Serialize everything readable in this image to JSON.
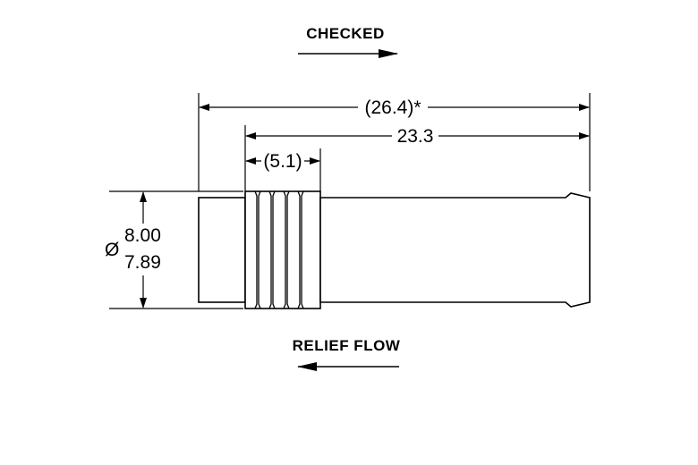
{
  "flow_labels": {
    "top": "CHECKED",
    "bottom": "RELIEF FLOW"
  },
  "dimensions": {
    "overall_length": "(26.4)*",
    "body_length": "23.3",
    "groove_length": "(5.1)",
    "diameter_symbol": "Ø",
    "diameter_max": "8.00",
    "diameter_min": "7.89"
  }
}
